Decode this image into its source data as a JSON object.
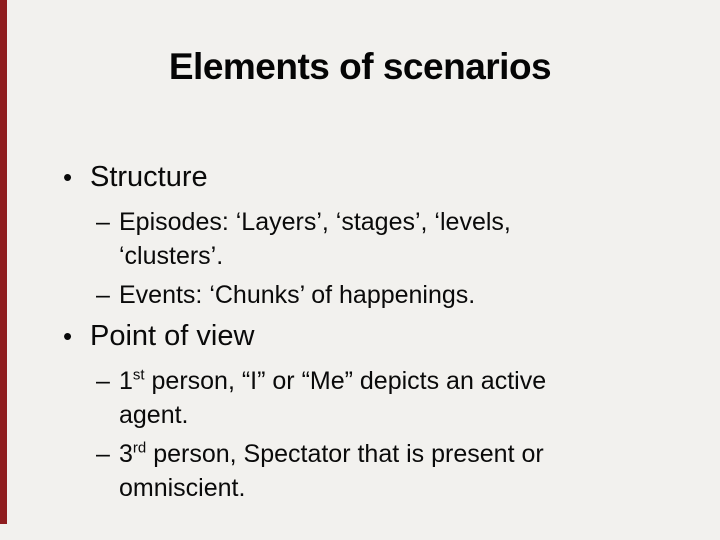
{
  "slide": {
    "title": "Elements of scenarios",
    "bullet_glyph": "•",
    "dash_glyph": "–",
    "accent_bar_color": "#8F1D1F",
    "background_color": "#F2F1EE",
    "text_color": "#0a0a0a",
    "sections": [
      {
        "heading": "Structure",
        "items": [
          {
            "num": "",
            "sup": "",
            "text": "Episodes: ‘Layers’, ‘stages’, ‘levels, ‘clusters’."
          },
          {
            "num": "",
            "sup": "",
            "text": "Events: ‘Chunks’ of happenings."
          }
        ]
      },
      {
        "heading": "Point of view",
        "items": [
          {
            "num": "1",
            "sup": "st",
            "text": " person, “I” or “Me” depicts an active agent."
          },
          {
            "num": "3",
            "sup": "rd",
            "text": " person, Spectator that is present or omniscient."
          }
        ]
      }
    ]
  }
}
